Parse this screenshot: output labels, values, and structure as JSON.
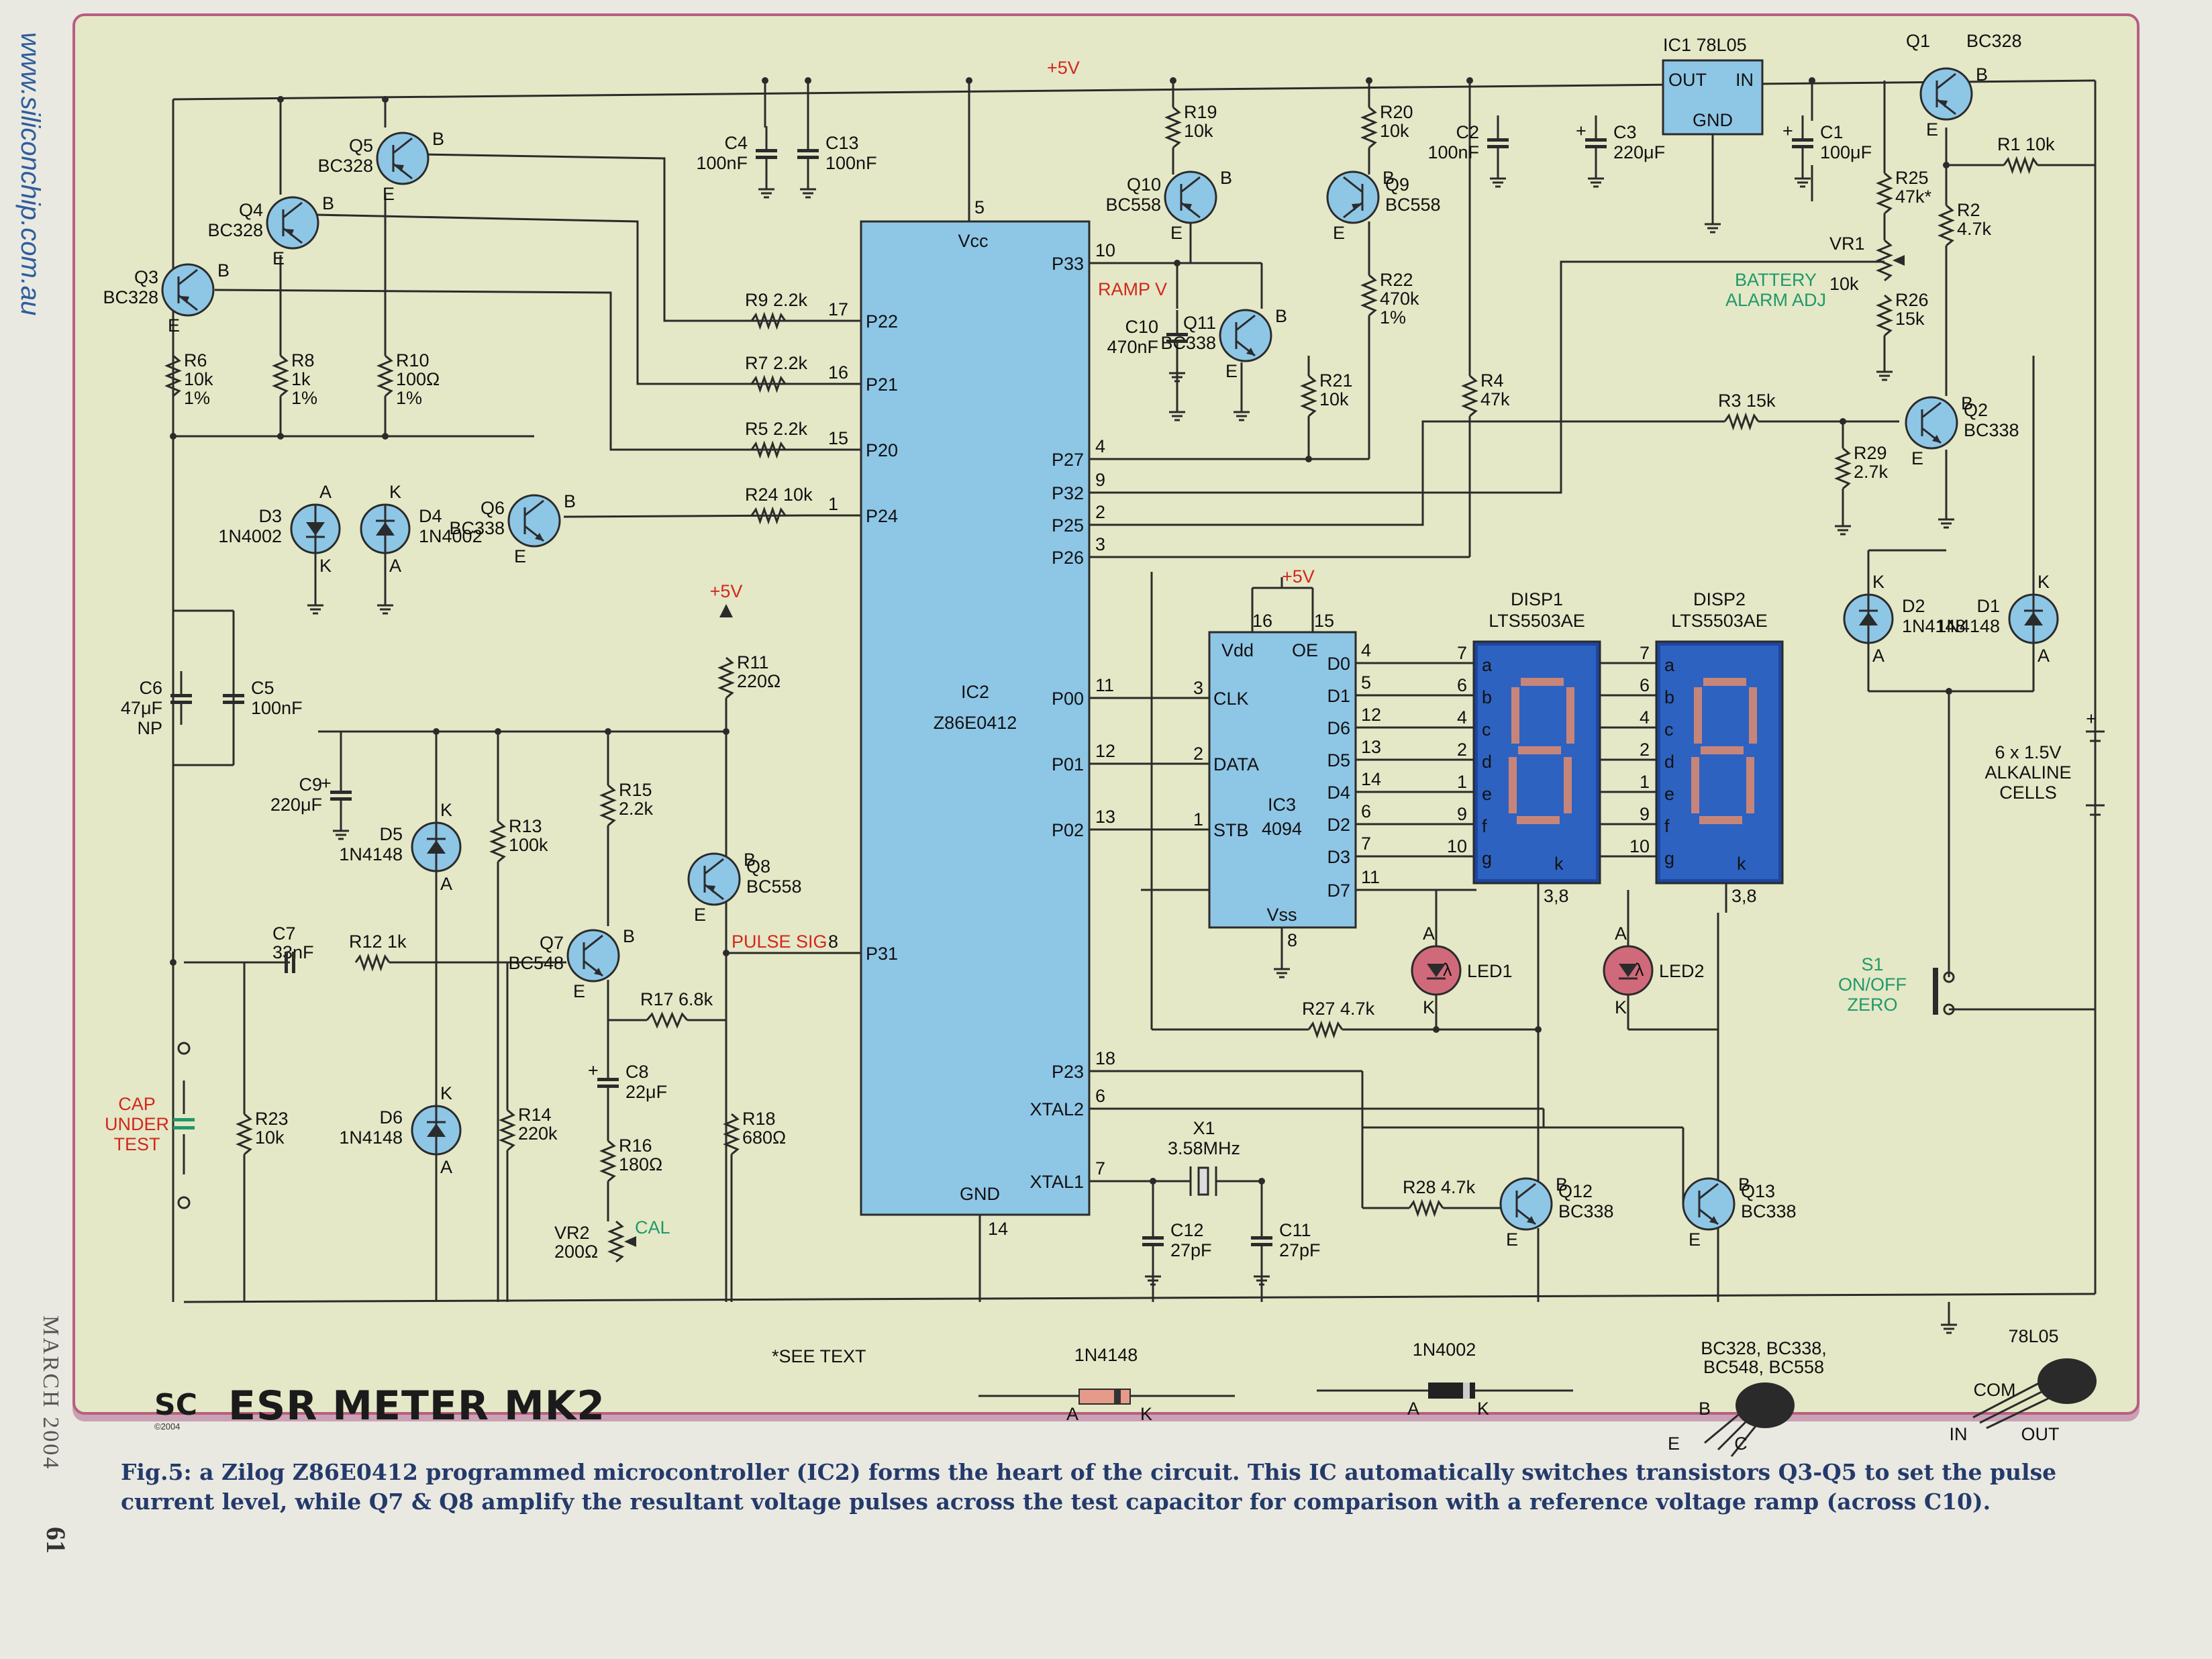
{
  "margin": {
    "url": "www.siliconchip.com.au",
    "date": "MARCH 2004",
    "page_number": "61"
  },
  "title": "ESR METER MK2",
  "logo": {
    "text": "SC",
    "year": "©2004"
  },
  "caption": "Fig.5: a Zilog Z86E0412 programmed microcontroller (IC2) forms the heart of the circuit. This IC automatically switches transistors Q3-Q5 to set the pulse current level, while Q7 & Q8 amplify the resultant voltage pulses across the test capacitor for comparison with a reference voltage ramp (across C10).",
  "see_text": "*SEE TEXT",
  "colors": {
    "ic_fill": "#8ec6e6",
    "wire": "#2b2b2b",
    "red_label": "#d3261f",
    "green_label": "#20996a",
    "panel_bg": "#e4e8c6",
    "border": "#b85e83",
    "led_fill": "#d06a7a"
  },
  "rails": {
    "vplus": "+5V"
  },
  "ics": {
    "ic2": {
      "name": "IC2",
      "part": "Z86E0412",
      "vcc": "Vcc",
      "gnd": "GND",
      "left_pins": [
        [
          "17",
          "P22"
        ],
        [
          "16",
          "P21"
        ],
        [
          "15",
          "P20"
        ],
        [
          "1",
          "P24"
        ],
        [
          "8",
          "P31"
        ]
      ],
      "right_pins": [
        [
          "10",
          "P33"
        ],
        [
          "4",
          "P27"
        ],
        [
          "9",
          "P32"
        ],
        [
          "2",
          "P25"
        ],
        [
          "3",
          "P26"
        ],
        [
          "11",
          "P00"
        ],
        [
          "12",
          "P01"
        ],
        [
          "13",
          "P02"
        ],
        [
          "18",
          "P23"
        ],
        [
          "6",
          "XTAL2"
        ],
        [
          "7",
          "XTAL1"
        ]
      ],
      "vcc_pin": "5",
      "gnd_pin": "14"
    },
    "ic3": {
      "name": "IC3",
      "part": "4094",
      "vdd": "Vdd",
      "oe": "OE",
      "vss": "Vss",
      "left_pins": [
        [
          "3",
          "CLK"
        ],
        [
          "2",
          "DATA"
        ],
        [
          "1",
          "STB"
        ]
      ],
      "right_pins": [
        [
          "4",
          "D0"
        ],
        [
          "5",
          "D1"
        ],
        [
          "12",
          "D6"
        ],
        [
          "13",
          "D5"
        ],
        [
          "14",
          "D4"
        ],
        [
          "6",
          "D2"
        ],
        [
          "7",
          "D3"
        ],
        [
          "11",
          "D7"
        ]
      ],
      "top_pins": [
        "16",
        "15"
      ],
      "bottom_pin": "8"
    },
    "ic1": {
      "name": "IC1",
      "part": "78L05",
      "out": "OUT",
      "in": "IN",
      "gnd": "GND"
    }
  },
  "displays": [
    {
      "name": "DISP1",
      "part": "LTS5503AE",
      "pins": [
        "7",
        "6",
        "4",
        "2",
        "1",
        "9",
        "10"
      ],
      "segments": [
        "a",
        "b",
        "c",
        "d",
        "e",
        "f",
        "g"
      ],
      "k": "k",
      "common": "3,8"
    },
    {
      "name": "DISP2",
      "part": "LTS5503AE",
      "pins": [
        "7",
        "6",
        "4",
        "2",
        "1",
        "9",
        "10"
      ],
      "segments": [
        "a",
        "b",
        "c",
        "d",
        "e",
        "f",
        "g"
      ],
      "k": "k",
      "common": "3,8"
    }
  ],
  "transistors": [
    {
      "id": "q1",
      "name": "Q1",
      "part": "BC328"
    },
    {
      "id": "q2",
      "name": "Q2",
      "part": "BC338"
    },
    {
      "id": "q3",
      "name": "Q3",
      "part": "BC328"
    },
    {
      "id": "q4",
      "name": "Q4",
      "part": "BC328"
    },
    {
      "id": "q5",
      "name": "Q5",
      "part": "BC328"
    },
    {
      "id": "q6",
      "name": "Q6",
      "part": "BC338"
    },
    {
      "id": "q7",
      "name": "Q7",
      "part": "BC548"
    },
    {
      "id": "q8",
      "name": "Q8",
      "part": "BC558"
    },
    {
      "id": "q9",
      "name": "Q9",
      "part": "BC558"
    },
    {
      "id": "q10",
      "name": "Q10",
      "part": "BC558"
    },
    {
      "id": "q11",
      "name": "Q11",
      "part": "BC338"
    },
    {
      "id": "q12",
      "name": "Q12",
      "part": "BC338"
    },
    {
      "id": "q13",
      "name": "Q13",
      "part": "BC338"
    }
  ],
  "resistors": [
    {
      "id": "r1",
      "name": "R1",
      "value": "10k"
    },
    {
      "id": "r2",
      "name": "R2",
      "value": "4.7k"
    },
    {
      "id": "r3",
      "name": "R3",
      "value": "15k"
    },
    {
      "id": "r4",
      "name": "R4",
      "value": "47k"
    },
    {
      "id": "r5",
      "name": "R5",
      "value": "2.2k"
    },
    {
      "id": "r6",
      "name": "R6",
      "value": "10k",
      "tol": "1%"
    },
    {
      "id": "r7",
      "name": "R7",
      "value": "2.2k"
    },
    {
      "id": "r8",
      "name": "R8",
      "value": "1k",
      "tol": "1%"
    },
    {
      "id": "r9",
      "name": "R9",
      "value": "2.2k"
    },
    {
      "id": "r10",
      "name": "R10",
      "value": "100Ω",
      "tol": "1%"
    },
    {
      "id": "r11",
      "name": "R11",
      "value": "220Ω"
    },
    {
      "id": "r12",
      "name": "R12",
      "value": "1k"
    },
    {
      "id": "r13",
      "name": "R13",
      "value": "100k"
    },
    {
      "id": "r14",
      "name": "R14",
      "value": "220k"
    },
    {
      "id": "r15",
      "name": "R15",
      "value": "2.2k"
    },
    {
      "id": "r16",
      "name": "R16",
      "value": "180Ω"
    },
    {
      "id": "r17",
      "name": "R17",
      "value": "6.8k"
    },
    {
      "id": "r18",
      "name": "R18",
      "value": "680Ω"
    },
    {
      "id": "r19",
      "name": "R19",
      "value": "10k"
    },
    {
      "id": "r20",
      "name": "R20",
      "value": "10k"
    },
    {
      "id": "r21",
      "name": "R21",
      "value": "10k"
    },
    {
      "id": "r22",
      "name": "R22",
      "value": "470k",
      "tol": "1%"
    },
    {
      "id": "r23",
      "name": "R23",
      "value": "10k"
    },
    {
      "id": "r24",
      "name": "R24",
      "value": "10k"
    },
    {
      "id": "r25",
      "name": "R25",
      "value": "47k*"
    },
    {
      "id": "r26",
      "name": "R26",
      "value": "15k"
    },
    {
      "id": "r27",
      "name": "R27",
      "value": "4.7k"
    },
    {
      "id": "r28",
      "name": "R28",
      "value": "4.7k"
    },
    {
      "id": "r29",
      "name": "R29",
      "value": "2.7k"
    },
    {
      "id": "vr1",
      "name": "VR1",
      "value": "10k"
    },
    {
      "id": "vr2",
      "name": "VR2",
      "value": "200Ω"
    }
  ],
  "capacitors": [
    {
      "id": "c1",
      "name": "C1",
      "value": "100μF"
    },
    {
      "id": "c2",
      "name": "C2",
      "value": "100nF"
    },
    {
      "id": "c3",
      "name": "C3",
      "value": "220μF"
    },
    {
      "id": "c4",
      "name": "C4",
      "value": "100nF"
    },
    {
      "id": "c5",
      "name": "C5",
      "value": "100nF"
    },
    {
      "id": "c6",
      "name": "C6",
      "value": "47μF",
      "extra": "NP"
    },
    {
      "id": "c7",
      "name": "C7",
      "value": "33nF"
    },
    {
      "id": "c8",
      "name": "C8",
      "value": "22μF"
    },
    {
      "id": "c9",
      "name": "C9",
      "value": "220μF"
    },
    {
      "id": "c10",
      "name": "C10",
      "value": "470nF"
    },
    {
      "id": "c11",
      "name": "C11",
      "value": "27pF"
    },
    {
      "id": "c12",
      "name": "C12",
      "value": "27pF"
    },
    {
      "id": "c13",
      "name": "C13",
      "value": "100nF"
    }
  ],
  "diodes": [
    {
      "id": "d1",
      "name": "D1",
      "part": "1N4148"
    },
    {
      "id": "d2",
      "name": "D2",
      "part": "1N4148"
    },
    {
      "id": "d3",
      "name": "D3",
      "part": "1N4002"
    },
    {
      "id": "d4",
      "name": "D4",
      "part": "1N4002"
    },
    {
      "id": "d5",
      "name": "D5",
      "part": "1N4148"
    },
    {
      "id": "d6",
      "name": "D6",
      "part": "1N4148"
    }
  ],
  "leds": [
    {
      "id": "led1",
      "name": "LED1"
    },
    {
      "id": "led2",
      "name": "LED2"
    }
  ],
  "crystal": {
    "name": "X1",
    "value": "3.58MHz"
  },
  "switch": {
    "name": "S1",
    "line1": "ON/OFF",
    "line2": "ZERO"
  },
  "battery": {
    "line1": "6 x 1.5V",
    "line2": "ALKALINE",
    "line3": "CELLS"
  },
  "notes": {
    "ramp_v": "RAMP V",
    "pulse_sig": "PULSE SIG",
    "cal": "CAL",
    "battery_alarm_1": "BATTERY",
    "battery_alarm_2": "ALARM ADJ",
    "cap_under_test_1": "CAP",
    "cap_under_test_2": "UNDER",
    "cap_under_test_3": "TEST"
  },
  "pin_letters": {
    "anode": "A",
    "cathode": "K",
    "e": "E",
    "b": "B",
    "c": "C"
  },
  "pinouts": [
    {
      "id": "1n4148",
      "label": "1N4148",
      "a": "A",
      "k": "K"
    },
    {
      "id": "1n4002",
      "label": "1N4002",
      "a": "A",
      "k": "K"
    },
    {
      "id": "bc",
      "label1": "BC328, BC338,",
      "label2": "BC548, BC558",
      "pins": [
        "B",
        "E",
        "C"
      ]
    },
    {
      "id": "78l05",
      "label": "78L05",
      "pins": [
        "COM",
        "IN",
        "OUT"
      ]
    }
  ]
}
